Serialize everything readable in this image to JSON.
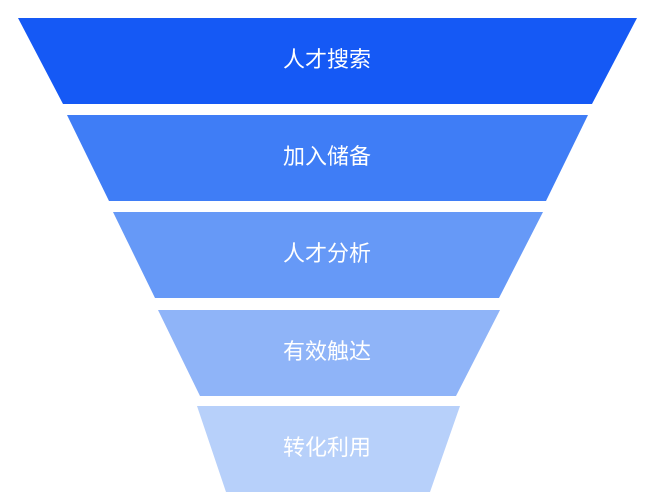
{
  "funnel": {
    "stages": [
      {
        "label": "人才搜索",
        "color": "#1559f5"
      },
      {
        "label": "加入储备",
        "color": "#3f7df6"
      },
      {
        "label": "人才分析",
        "color": "#6699f7"
      },
      {
        "label": "有效触达",
        "color": "#8fb4f8"
      },
      {
        "label": "转化利用",
        "color": "#b7d0fa"
      }
    ]
  }
}
